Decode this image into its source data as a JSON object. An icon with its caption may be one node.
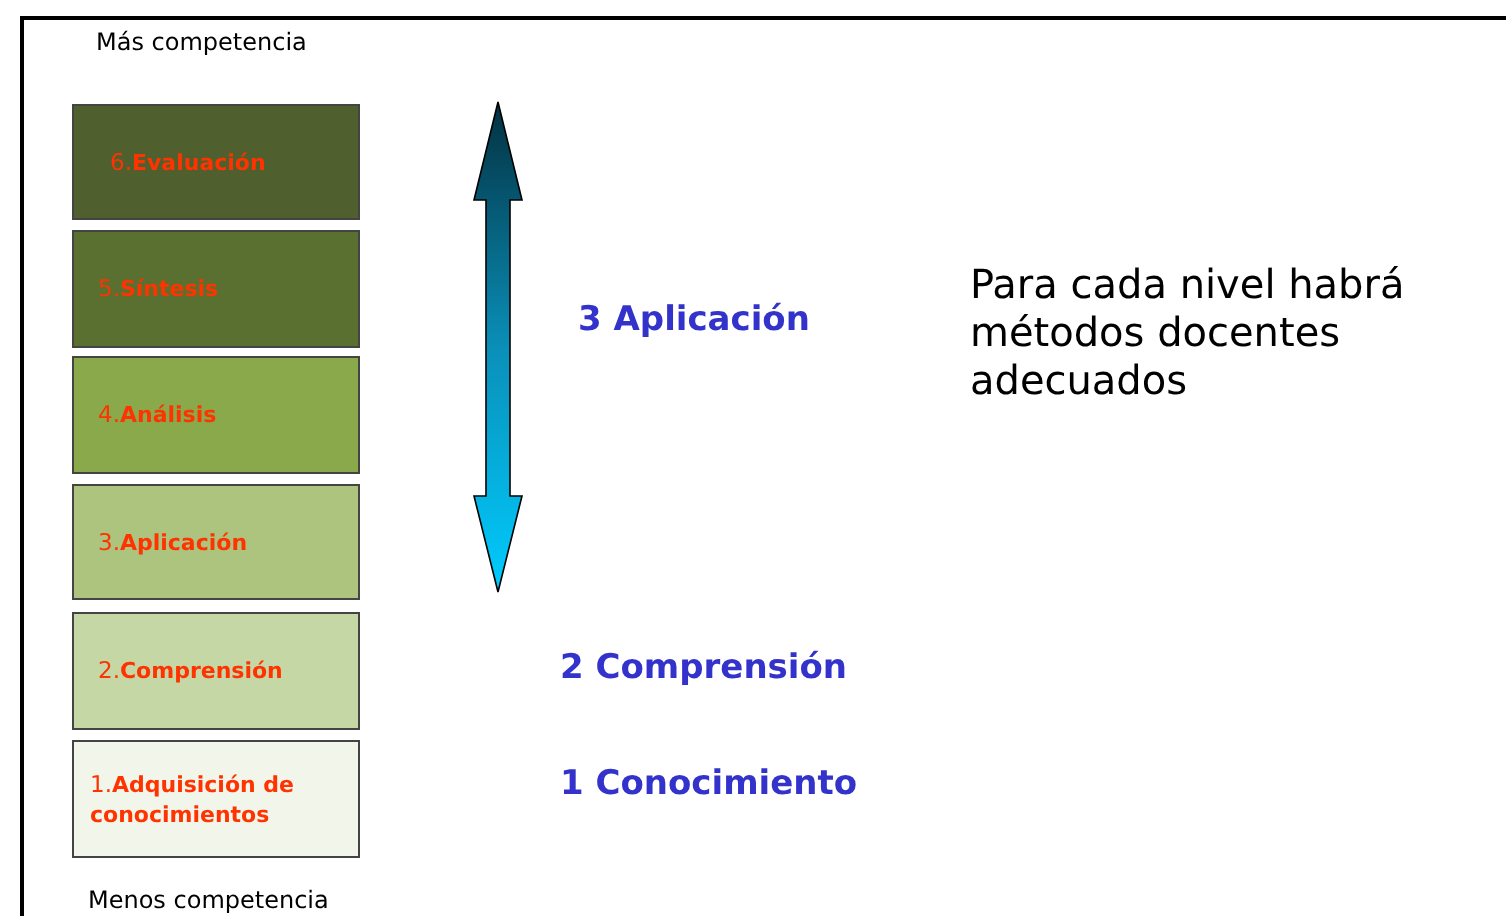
{
  "diagram": {
    "nodes": [
      {
        "text": [
          "6.**Evaluación**"
        ]
      },
      {
        "text": [
          "5.**Síntesis**"
        ]
      },
      {
        "text": [
          "4.**Análisis**"
        ]
      },
      {
        "text": [
          "3.**Aplicación**"
        ]
      },
      {
        "text": [
          "2.**Comprensión**"
        ]
      },
      {
        "text": [
          "1.**Adquisición de conocimientos**"
        ]
      }
    ],
    "labels": [
      "Más competencia",
      "3 Aplicación",
      "Para cada nivel habrá métodos docentes adecuados",
      "2 Comprensión",
      "1 Conocimiento",
      "Menos competencia"
    ]
  }
}
